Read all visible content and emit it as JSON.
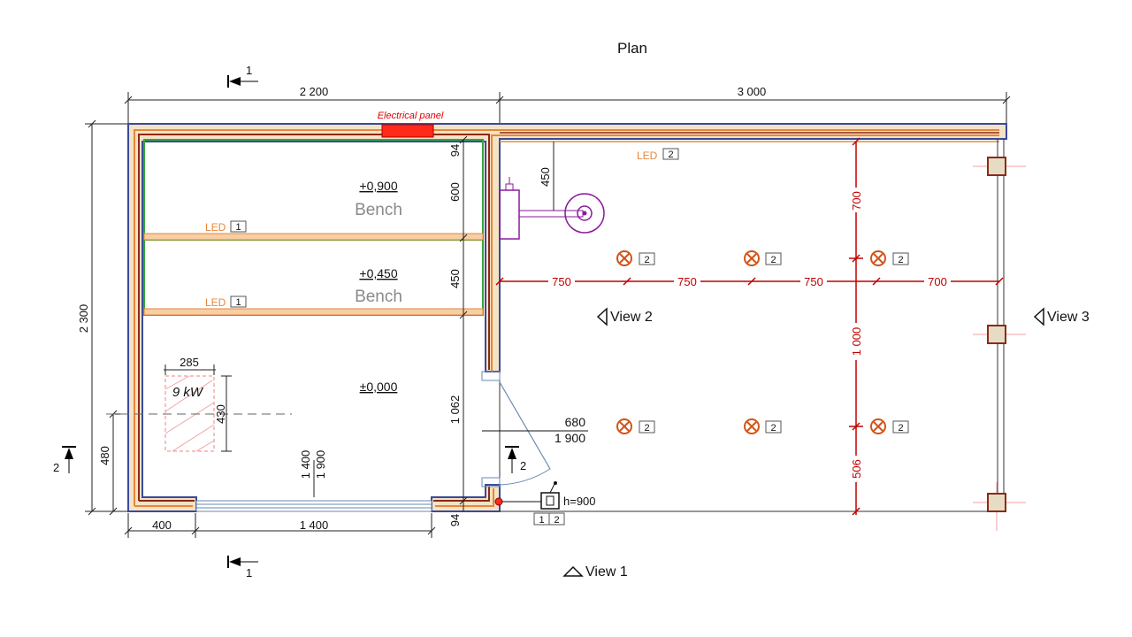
{
  "title": "Plan",
  "labels": {
    "electrical_panel": "Electrical panel",
    "bench_upper": "Bench",
    "bench_lower": "Bench",
    "level_upper": "+0,900",
    "level_middle": "+0,450",
    "level_floor": "±0,000",
    "heater_power": "9 kW",
    "switch_height": "h=900",
    "led": "LED",
    "led_num_1": "1",
    "led_num_2": "2",
    "light_num": "2",
    "view1": "View 1",
    "view2": "View 2",
    "view3": "View 3",
    "section1": "1",
    "section2": "2",
    "switch_tag_1": "1",
    "switch_tag_2": "2",
    "door_width": "680",
    "door_height": "1 900"
  },
  "dimensions": {
    "top_left": "2 200",
    "top_right": "3 000",
    "left_total": "2 300",
    "left_480": "480",
    "bottom_400": "400",
    "bottom_1400": "1 400",
    "vert_94_top": "94",
    "vert_600": "600",
    "vert_450": "450",
    "vert_1062": "1 062",
    "vert_94_bottom": "94",
    "heater_285": "285",
    "heater_430": "430",
    "window_1400": "1 400",
    "window_1900": "1 900",
    "shower_450": "450",
    "red_750_a": "750",
    "red_750_b": "750",
    "red_750_c": "750",
    "red_700_h": "700",
    "red_700_v": "700",
    "red_1000": "1 000",
    "red_506": "506"
  },
  "colors": {
    "wall_outer": "#3a4a9c",
    "insulation": "#e8863a",
    "wood": "#8b2a18",
    "bench": "#2ea836",
    "panel": "#ff2a1a",
    "red_dim": "#c00000",
    "shower": "#8a1a9a",
    "light": "#d2541a"
  }
}
